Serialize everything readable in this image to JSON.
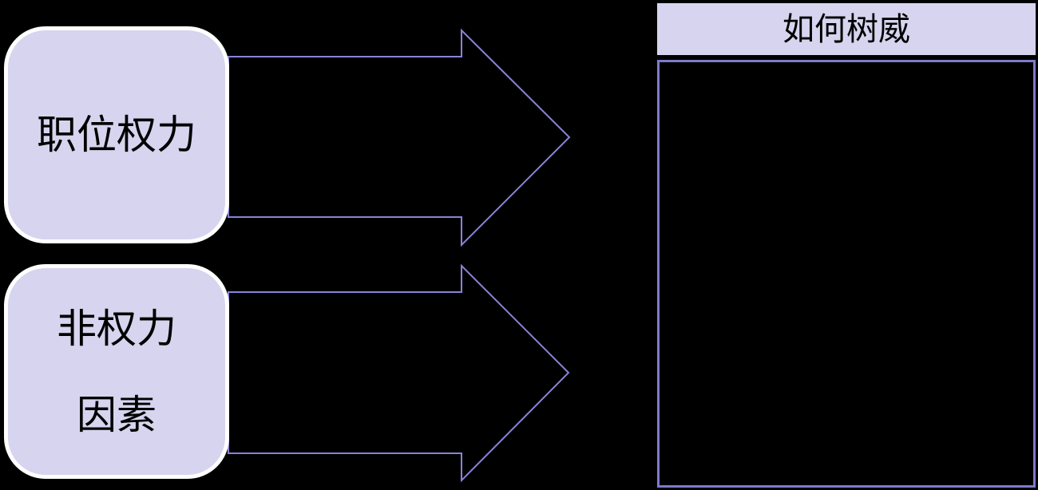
{
  "diagram": {
    "background_color": "#000000",
    "source_boxes": [
      {
        "id": "position-power",
        "label": "职位权力"
      },
      {
        "id": "non-power-factors",
        "line1": "非权力",
        "line2": "因素"
      }
    ],
    "arrows": [
      {
        "from": "职位权力",
        "to": "如何树威",
        "direction": "right",
        "style": "hollow-outline"
      },
      {
        "from": "非权力 因素",
        "to": "如何树威",
        "direction": "right",
        "style": "hollow-outline"
      }
    ],
    "panel": {
      "title": "如何树威",
      "body_content": ""
    },
    "colors": {
      "box_fill": "#d6d4ee",
      "box_border": "#ffffff",
      "box_text": "#000000",
      "arrow_stroke": "#8a82d8",
      "panel_header_fill": "#d6d4ee",
      "panel_title_text": "#000000",
      "panel_body_border": "#7e7bcb"
    }
  }
}
